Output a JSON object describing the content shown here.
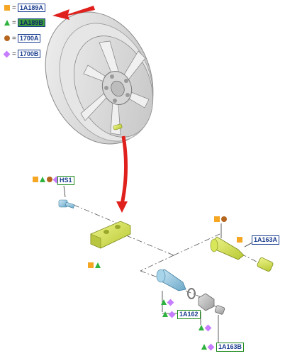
{
  "legend": [
    {
      "symbol": "square",
      "code": "1A189A",
      "highlight": false
    },
    {
      "symbol": "triangle",
      "code": "1A189B",
      "highlight": true
    },
    {
      "symbol": "circle",
      "code": "1700A",
      "highlight": false
    },
    {
      "symbol": "diamond",
      "code": "1700B",
      "highlight": false
    }
  ],
  "eq_sign": "=",
  "callouts": {
    "hs1": "HS1",
    "a163a": "1A163A",
    "a162": "1A162",
    "a163b": "1A163B"
  },
  "colors": {
    "square": "#f5a623",
    "triangle": "#2db33d",
    "circle": "#b5651d",
    "diamond": "#c77dff",
    "arrow": "#e0201c",
    "part_yellow": "#d8e65a",
    "part_blue": "#8fc4e0"
  }
}
